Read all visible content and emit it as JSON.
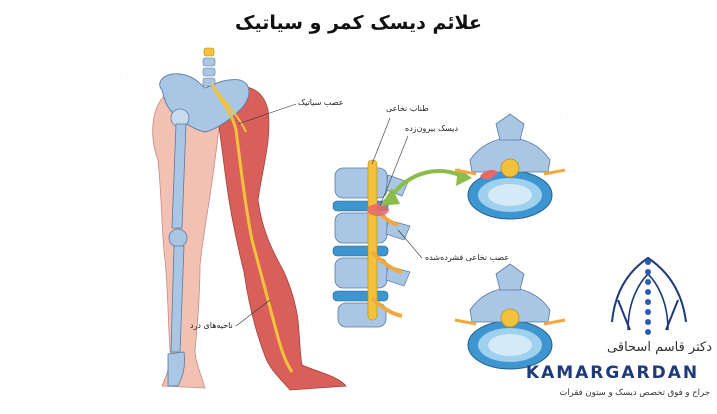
{
  "title": "علائم دیسک کمر و سیاتیک",
  "labels": {
    "sciatic_nerve": "عصب سیاتیک",
    "spinal_cord": "طناب نخاعی",
    "herniated_disc": "دیسک بیرون‌زده",
    "compressed_nerve": "عصب نخاعی فشرده‌شده",
    "pain_area": "ناحیه‌های درد"
  },
  "brand": {
    "doctor_name": "دکتر قاسم اسحاقی",
    "logo_text": "KAMARGARDAN",
    "subtitle": "جراح و فوق تخصص دیسک و ستون فقرات"
  },
  "colors": {
    "bone": "#a9c6e4",
    "muscle": "#d9605a",
    "skin": "#f2c1b4",
    "nerve": "#f3c23d",
    "disc": "#3d96cf",
    "arrow": "#8cbd4b",
    "brand": "#1d3a7a"
  }
}
